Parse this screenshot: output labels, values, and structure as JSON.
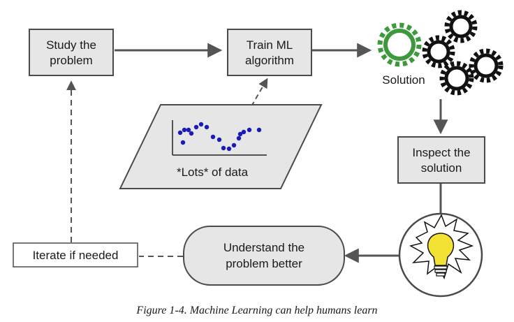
{
  "nodes": {
    "study": {
      "line1": "Study the",
      "line2": "problem"
    },
    "train": {
      "line1": "Train ML",
      "line2": "algorithm"
    },
    "solution": {
      "label": "Solution"
    },
    "inspect": {
      "line1": "Inspect the",
      "line2": "solution"
    },
    "understand": {
      "line1": "Understand the",
      "line2": "problem better"
    },
    "iterate": {
      "label": "Iterate if needed"
    },
    "data": {
      "label": "*Lots* of data"
    }
  },
  "caption": "Figure 1-4. Machine Learning can help humans learn",
  "icons": [
    "gear-icon",
    "light-bulb-icon",
    "scatter-plot-icon"
  ],
  "colors": {
    "box_fill": "#e6e6e6",
    "box_stroke": "#4a4a4a",
    "arrow": "#555555",
    "green_gear": "#3c9a3c",
    "black_gear": "#111111",
    "dots": "#1a1ab8",
    "bulb": "#f3e233"
  }
}
